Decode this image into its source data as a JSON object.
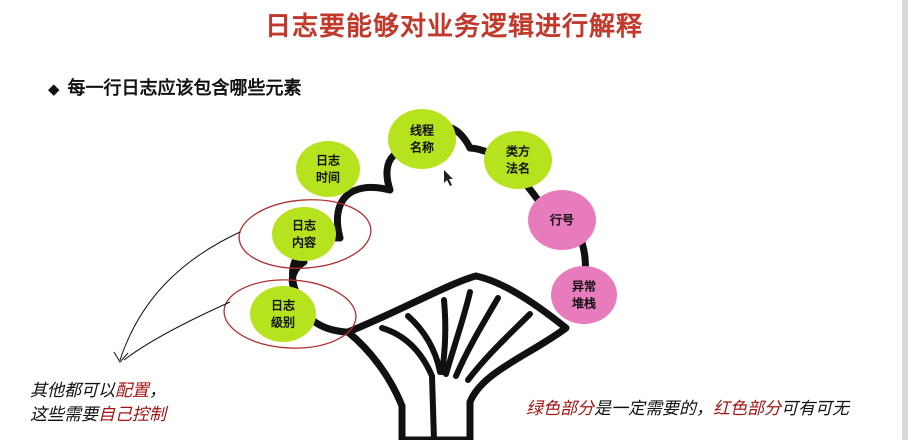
{
  "title": "日志要能够对业务逻辑进行解释",
  "bullet": "每一行日志应该包含哪些元素",
  "nodes": [
    {
      "key": "thread",
      "lines": [
        "线程",
        "名称"
      ],
      "color": "green"
    },
    {
      "key": "class",
      "lines": [
        "类方",
        "法名"
      ],
      "color": "green"
    },
    {
      "key": "time",
      "lines": [
        "日志",
        "时间"
      ],
      "color": "green"
    },
    {
      "key": "content",
      "lines": [
        "日志",
        "内容"
      ],
      "color": "green"
    },
    {
      "key": "level",
      "lines": [
        "日志",
        "级别"
      ],
      "color": "green"
    },
    {
      "key": "line",
      "lines": [
        "行号"
      ],
      "color": "pink"
    },
    {
      "key": "stack",
      "lines": [
        "异常",
        "堆栈"
      ],
      "color": "pink"
    }
  ],
  "colors": {
    "green": "#b7e31e",
    "pink": "#e77bbb",
    "title_red": "#c0392b",
    "note_red": "#a31515"
  },
  "note_left": {
    "line1_prefix": "其他都可以",
    "line1_red": "配置",
    "line1_suffix": "，",
    "line2_prefix": "这些需要",
    "line2_red": "自己控制"
  },
  "note_right": {
    "red1": "绿色部分",
    "mid": "是一定需要的，",
    "red2": "红色部分",
    "tail": "可有可无"
  }
}
